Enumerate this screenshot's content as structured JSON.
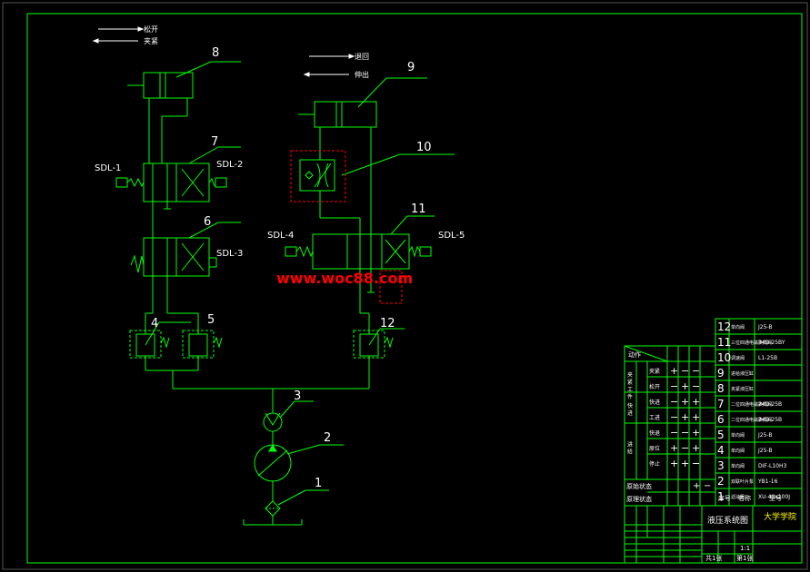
{
  "colors": {
    "background": "#000000",
    "line": "#00ff00",
    "text": "#ffffff",
    "highlight": "#ff0000",
    "watermark": "#ff0000",
    "school": "#ffff00",
    "border": "#ffffff"
  },
  "legend": {
    "clamp_release": "松开",
    "clamp_hold": "夹紧",
    "feed_return": "退回",
    "feed_work": "伸出"
  },
  "components": {
    "c1": "1",
    "c2": "2",
    "c3": "3",
    "c4": "4",
    "c5": "5",
    "c6": "6",
    "c7": "7",
    "c8": "8",
    "c9": "9",
    "c10": "10",
    "c11": "11",
    "c12": "12"
  },
  "solenoids": {
    "sdl1": "SDL-1",
    "sdl2": "SDL-2",
    "sdl3": "SDL-3",
    "sdl4": "SDL-4",
    "sdl5": "SDL-5"
  },
  "watermark": "www.woc88.com",
  "parts_list": [
    {
      "no": "12",
      "name": "单向阀",
      "model": "J25-B"
    },
    {
      "no": "11",
      "name": "三位四通电磁换向阀",
      "model": "34D-25BY"
    },
    {
      "no": "10",
      "name": "调速阀",
      "model": "L1-25B"
    },
    {
      "no": "9",
      "name": "进给液压缸",
      "model": ""
    },
    {
      "no": "8",
      "name": "夹紧液压缸",
      "model": ""
    },
    {
      "no": "7",
      "name": "二位四通电磁换向阀",
      "model": "24D-25B"
    },
    {
      "no": "6",
      "name": "二位四通电磁换向阀",
      "model": "24D-25B"
    },
    {
      "no": "5",
      "name": "单向阀",
      "model": "J25-B"
    },
    {
      "no": "4",
      "name": "单向阀",
      "model": "J25-B"
    },
    {
      "no": "3",
      "name": "单向阀",
      "model": "DIF-L10H3"
    },
    {
      "no": "2",
      "name": "双联叶片泵",
      "model": "YB1-16"
    },
    {
      "no": "1",
      "name": "滤油器",
      "model": "XU-40x100J"
    }
  ],
  "parts_header": {
    "no": "序号",
    "name": "名称",
    "model": "型号"
  },
  "action_table": {
    "header": "动作",
    "groups": [
      {
        "name": "夹紧工件",
        "rows": [
          {
            "label": "夹紧",
            "marks": [
              "+",
              "−",
              "−"
            ]
          },
          {
            "label": "松开",
            "marks": [
              "−",
              "+",
              "−"
            ]
          }
        ]
      },
      {
        "name": "快进",
        "rows": [
          {
            "label": "快进",
            "marks": [
              "−",
              "+",
              "+"
            ]
          },
          {
            "label": "工进",
            "marks": [
              "−",
              "+",
              "+"
            ]
          }
        ]
      },
      {
        "name": "进给",
        "rows": [
          {
            "label": "快退",
            "marks": [
              "−",
              "−",
              "+"
            ]
          },
          {
            "label": "原位",
            "marks": [
              "+",
              "−",
              "+"
            ]
          },
          {
            "label": "停止",
            "marks": [
              "+",
              "+",
              "−"
            ]
          }
        ]
      }
    ],
    "footer1": "原始状态",
    "footer2": "原理状态",
    "footer_marks": [
      "+",
      "−"
    ]
  },
  "title_block": {
    "drawing_title": "液压系统图",
    "school": "大学学院",
    "scale": "1:1",
    "sheet": "第1张",
    "sheets": "共1张"
  }
}
